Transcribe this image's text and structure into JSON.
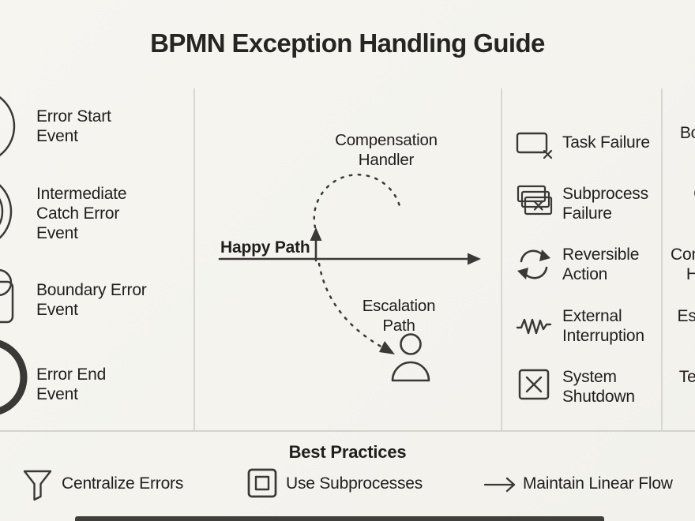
{
  "title": "BPMN Exception Handling Guide",
  "colors": {
    "background": "#f5f4ef",
    "ink": "#201f1d",
    "divider": "#d8d7d1",
    "bottom_bar": "#403f3c"
  },
  "events": {
    "items": [
      {
        "icon": "error-start-event-icon",
        "label": "Error Start Event"
      },
      {
        "icon": "intermediate-catch-error-event-icon",
        "label": "Intermediate Catch Error Event"
      },
      {
        "icon": "boundary-error-event-icon",
        "label": "Boundary Error Event"
      },
      {
        "icon": "error-end-event-icon",
        "label": "Error End Event"
      }
    ]
  },
  "flow": {
    "compensation_label": "Compensation Handler",
    "happy_path_label": "Happy Path",
    "escalation_label": "Escalation Path"
  },
  "failures": {
    "items": [
      {
        "icon": "task-failure-icon",
        "label": "Task Failure",
        "handler": "Boundary Event"
      },
      {
        "icon": "subprocess-failure-icon",
        "label": "Subprocess Failure",
        "handler": "Catch Event"
      },
      {
        "icon": "reversible-action-icon",
        "label": "Reversible Action",
        "handler": "Compensation Handler"
      },
      {
        "icon": "external-interruption-icon",
        "label": "External Interruption",
        "handler": "Escalation Event"
      },
      {
        "icon": "system-shutdown-icon",
        "label": "System Shutdown",
        "handler": "Terminate Event"
      }
    ]
  },
  "best_practices": {
    "heading": "Best Practices",
    "items": [
      {
        "icon": "funnel-icon",
        "label": "Centralize Errors"
      },
      {
        "icon": "nested-square-icon",
        "label": "Use Subprocesses"
      },
      {
        "icon": "right-arrow-icon",
        "label": "Maintain Linear Flow"
      }
    ]
  }
}
